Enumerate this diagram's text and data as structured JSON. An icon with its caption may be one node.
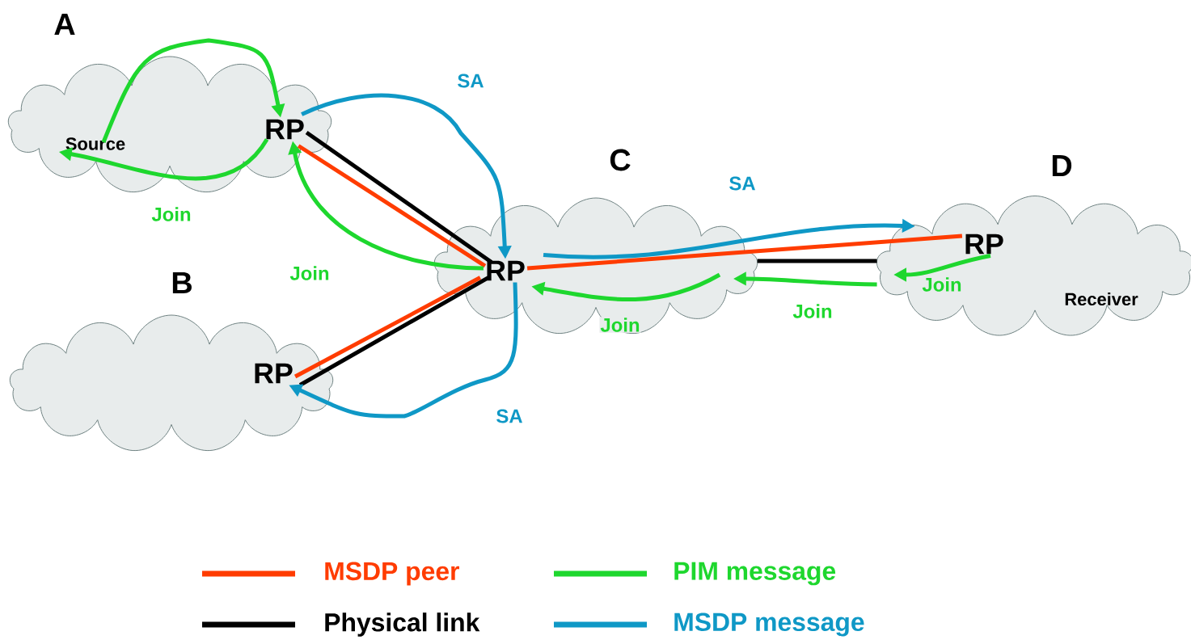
{
  "diagram": {
    "nodes": [
      {
        "text": [
          "A"
        ]
      },
      {
        "text": [
          "Source"
        ],
        "in": 0
      },
      {
        "text": [
          "RP"
        ],
        "in": 0
      },
      {
        "text": [
          "B"
        ]
      },
      {
        "text": [
          "RP"
        ],
        "in": 3
      },
      {
        "text": [
          "C"
        ]
      },
      {
        "text": [
          "RP"
        ],
        "in": 5
      },
      {
        "text": [
          "D"
        ]
      },
      {
        "text": [
          "RP"
        ],
        "in": 7
      },
      {
        "text": [
          "Receiver"
        ],
        "in": 7
      }
    ],
    "edges": [
      {
        "from": 2,
        "to": 6,
        "arrow": "none",
        "color": "#000000"
      },
      {
        "from": 4,
        "to": 6,
        "arrow": "none",
        "color": "#000000"
      },
      {
        "from": 5,
        "to": 7,
        "arrow": "none",
        "color": "#000000"
      },
      {
        "from": 2,
        "to": 6,
        "arrow": "none",
        "color": "#ff3c00"
      },
      {
        "from": 4,
        "to": 6,
        "arrow": "none",
        "color": "#ff3c00"
      },
      {
        "from": 6,
        "to": 8,
        "arrow": "none",
        "color": "#ff3c00"
      },
      {
        "from": 1,
        "to": 2,
        "arrow": "to",
        "color": "#1ed72e"
      },
      {
        "from": 2,
        "to": 1,
        "arrow": "to",
        "label": "Join",
        "color": "#1ed72e"
      },
      {
        "from": 6,
        "to": 2,
        "arrow": "to",
        "label": "Join",
        "color": "#1ed72e"
      },
      {
        "from": 7,
        "to": 5,
        "arrow": "to",
        "label": "Join",
        "color": "#1ed72e"
      },
      {
        "from": 8,
        "to": null,
        "arrow": "to",
        "label": "Join",
        "color": "#1ed72e"
      },
      {
        "from": null,
        "to": 6,
        "arrow": "to",
        "label": "Join",
        "color": "#1ed72e"
      },
      {
        "from": 2,
        "to": 6,
        "arrow": "to",
        "label": "SA",
        "color": "#0f98c6"
      },
      {
        "from": 6,
        "to": 7,
        "arrow": "to",
        "label": "SA",
        "color": "#0f98c6"
      },
      {
        "from": 6,
        "to": 4,
        "arrow": "to",
        "label": "SA",
        "color": "#0f98c6"
      }
    ],
    "legend": [
      {
        "text": "MSDP peer",
        "color": "#ff3c00"
      },
      {
        "text": "PIM message",
        "color": "#1ed72e"
      },
      {
        "text": "Physical link",
        "color": "#000000"
      },
      {
        "text": "MSDP message",
        "color": "#0f98c6"
      }
    ]
  }
}
